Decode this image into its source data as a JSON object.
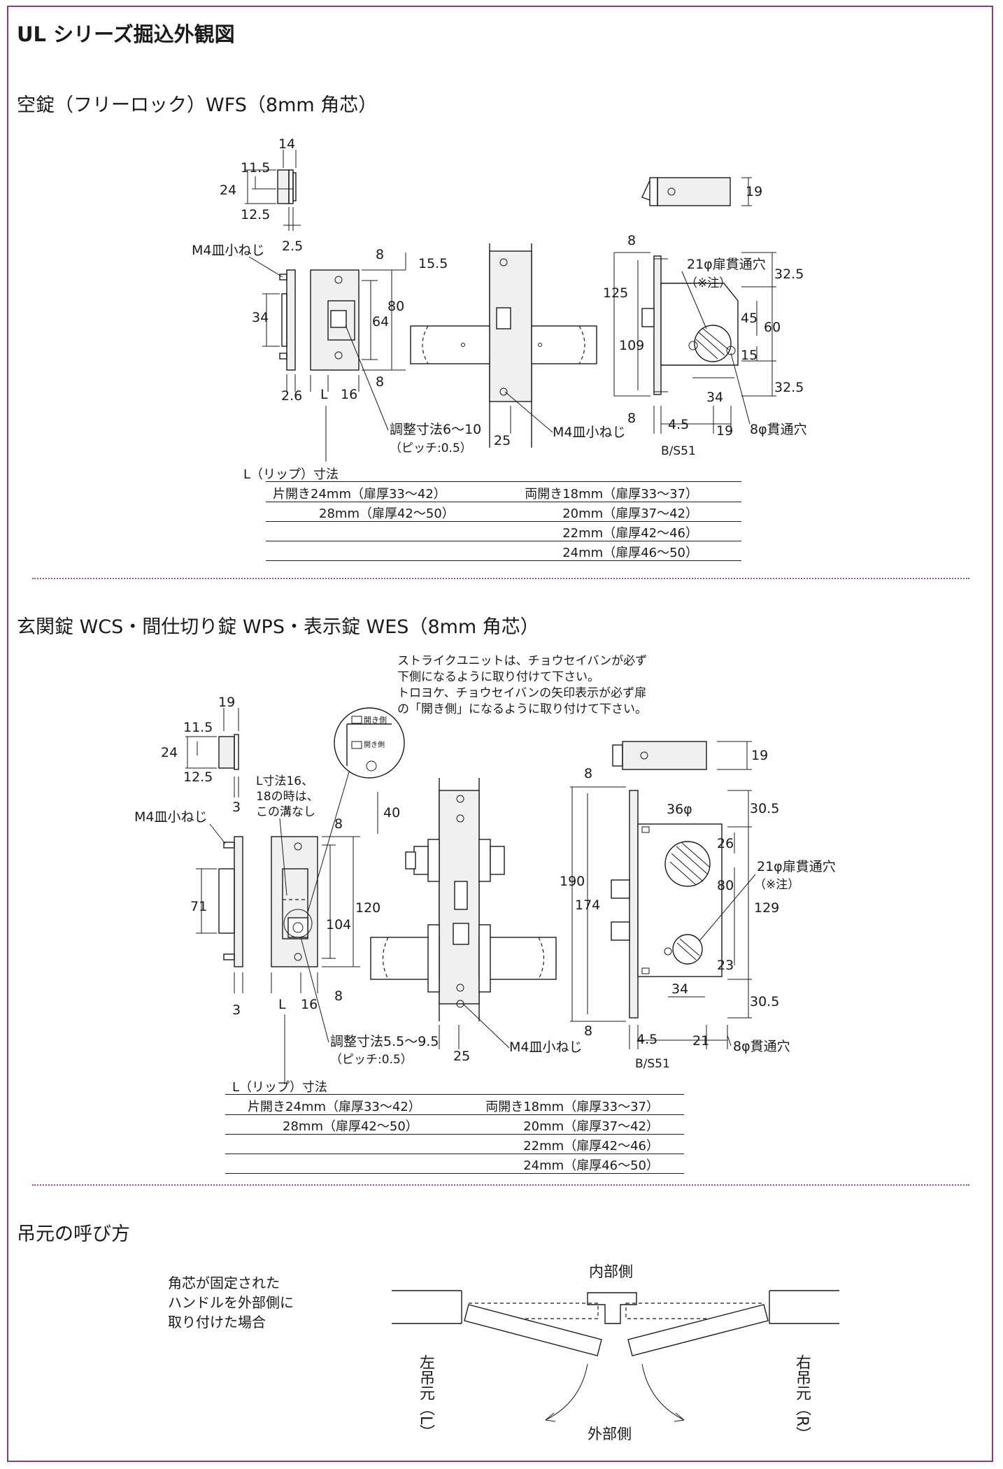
{
  "page": {
    "title": "UL シリーズ掘込外観図",
    "sections": {
      "wfs": "空錠（フリーロック）WFS（8mm 角芯）",
      "wcs": "玄関錠 WCS・間仕切り錠 WPS・表示錠 WES（8mm 角芯）",
      "hang": "吊元の呼び方"
    }
  },
  "colors": {
    "frame": "#8a3a8a",
    "separator": "#9a4a9a",
    "line": "#1a1a1a",
    "fill": "#f0f0f0"
  },
  "wfs_diagram": {
    "dims": {
      "d14": "14",
      "d11_5": "11.5",
      "d24": "24",
      "d12_5": "12.5",
      "d2_5": "2.5",
      "d8a": "8",
      "d15_5": "15.5",
      "d80": "80",
      "d64": "64",
      "d8b": "8",
      "d34": "34",
      "d2_6": "2.6",
      "dL": "L",
      "d16": "16",
      "d25": "25",
      "d8c": "8",
      "d125": "125",
      "d109": "109",
      "d8d": "8",
      "d4_5": "4.5",
      "d19b": "19",
      "d32_5a": "32.5",
      "d45": "45",
      "d60": "60",
      "d15": "15",
      "d32_5b": "32.5",
      "d34b": "34",
      "d19": "19"
    },
    "labels": {
      "screw_top": "M4皿小ねじ",
      "screw_bottom": "M4皿小ねじ",
      "hole21": "21φ扉貫通穴",
      "note": "（※注）",
      "hole8": "8φ貫通穴",
      "adjust": "調整寸法6～10",
      "pitch": "（ピッチ:0.5）",
      "bs": "B/S51"
    }
  },
  "wfs_table": {
    "header": "L（リップ）寸法",
    "rows": [
      [
        "片開き24mm（扉厚33～42）",
        "両開き18mm（扉厚33～37）"
      ],
      [
        "28mm（扉厚42～50）",
        "20mm（扉厚37～42）"
      ],
      [
        "",
        "22mm（扉厚42～46）"
      ],
      [
        "",
        "24mm（扉厚46～50）"
      ]
    ]
  },
  "wcs_diagram": {
    "notes": [
      "ストライクユニットは、チョウセイバンが必ず",
      "下側になるように取り付けて下さい。",
      "トロヨケ、チョウセイバンの矢印表示が必ず扉",
      "の「開き側」になるように取り付けて下さい。"
    ],
    "open_side": "開き側",
    "lnote": [
      "L寸法16、",
      "18の時は、",
      "この溝なし"
    ],
    "dims": {
      "d19": "19",
      "d11_5": "11.5",
      "d24": "24",
      "d12_5": "12.5",
      "d3a": "3",
      "d71": "71",
      "d3b": "3",
      "dL": "L",
      "d16": "16",
      "d40": "40",
      "d8a": "8",
      "d120": "120",
      "d104": "104",
      "d8b": "8",
      "d25": "25",
      "d8c": "8",
      "d190": "190",
      "d174": "174",
      "d8d": "8",
      "d36": "36φ",
      "d30_5a": "30.5",
      "d26": "26",
      "d80": "80",
      "d129": "129",
      "d23": "23",
      "d30_5b": "30.5",
      "d34": "34",
      "d4_5": "4.5",
      "d21": "21",
      "d19b": "19"
    },
    "labels": {
      "screw_top": "M4皿小ねじ",
      "screw_bottom": "M4皿小ねじ",
      "hole21": "21φ扉貫通穴",
      "note": "（※注）",
      "hole8": "8φ貫通穴",
      "adjust": "調整寸法5.5～9.5",
      "pitch": "（ピッチ:0.5）",
      "bs": "B/S51"
    }
  },
  "wcs_table": {
    "header": "L（リップ）寸法",
    "rows": [
      [
        "片開き24mm（扉厚33～42）",
        "両開き18mm（扉厚33～37）"
      ],
      [
        "28mm（扉厚42～50）",
        "20mm（扉厚37～42）"
      ],
      [
        "",
        "22mm（扉厚42～46）"
      ],
      [
        "",
        "24mm（扉厚46～50）"
      ]
    ]
  },
  "hang": {
    "desc": [
      "角芯が固定された",
      "ハンドルを外部側に",
      "取り付けた場合"
    ],
    "inside": "内部側",
    "outside": "外部側",
    "left": "左吊元（L）",
    "right": "右吊元（R）"
  }
}
